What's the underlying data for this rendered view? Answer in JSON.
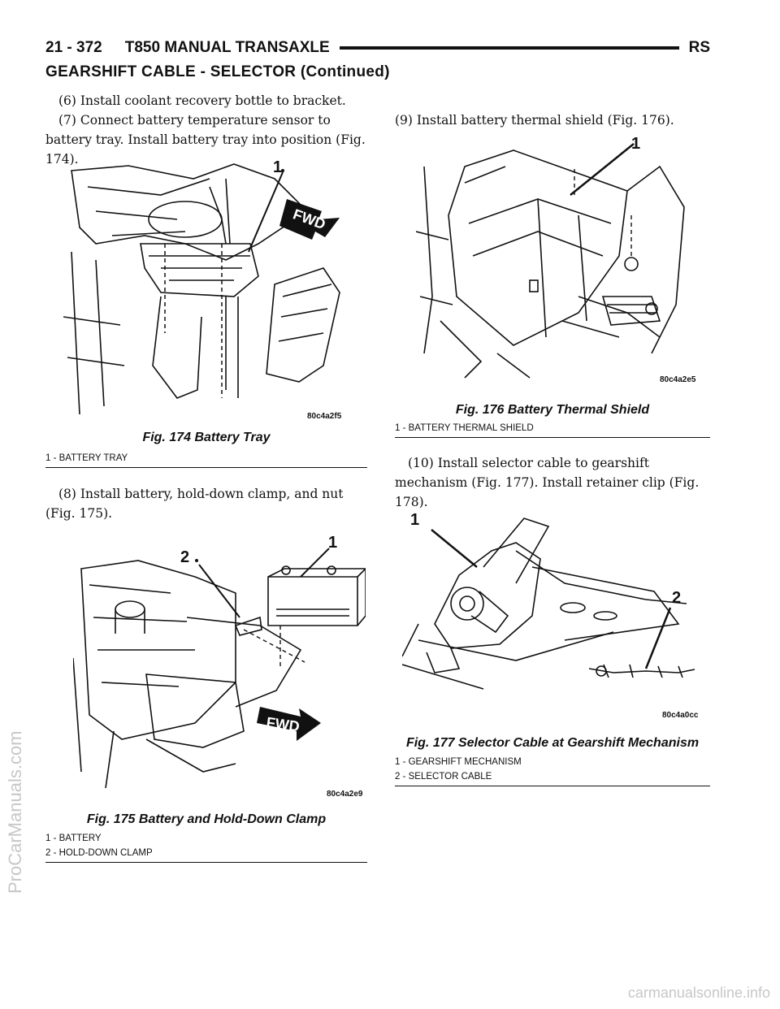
{
  "header": {
    "page_number": "21 - 372",
    "title": "T850 MANUAL TRANSAXLE",
    "code": "RS"
  },
  "section_title": "GEARSHIFT CABLE - SELECTOR (Continued)",
  "left_column": {
    "step6": "(6) Install coolant recovery bottle to bracket.",
    "step7": "(7) Connect battery temperature sensor to battery tray. Install battery tray into position (Fig. 174).",
    "step8": "(8) Install battery, hold-down clamp, and nut (Fig. 175)."
  },
  "right_column": {
    "step9": "(9) Install battery thermal shield (Fig. 176).",
    "step10": "(10) Install selector cable to gearshift mechanism (Fig. 177). Install retainer clip (Fig. 178)."
  },
  "figures": {
    "fig174": {
      "caption": "Fig. 174 Battery Tray",
      "image_code": "80c4a2f5",
      "callouts": [
        "1"
      ],
      "fwd_label": "FWD",
      "legend": [
        "1 - BATTERY TRAY"
      ]
    },
    "fig175": {
      "caption": "Fig. 175 Battery and Hold-Down Clamp",
      "image_code": "80c4a2e9",
      "callouts": [
        "2",
        "1"
      ],
      "fwd_label": "FWD",
      "legend": [
        "1 - BATTERY",
        "2 - HOLD-DOWN CLAMP"
      ]
    },
    "fig176": {
      "caption": "Fig. 176 Battery Thermal Shield",
      "image_code": "80c4a2e5",
      "callouts": [
        "1"
      ],
      "legend": [
        "1 - BATTERY THERMAL SHIELD"
      ]
    },
    "fig177": {
      "caption": "Fig. 177 Selector Cable at Gearshift Mechanism",
      "image_code": "80c4a0cc",
      "callouts": [
        "1",
        "2"
      ],
      "legend": [
        "1 - GEARSHIFT MECHANISM",
        "2 - SELECTOR CABLE"
      ]
    }
  },
  "watermark": "ProCarManuals.com",
  "footer_url": "carmanualsonline.info"
}
